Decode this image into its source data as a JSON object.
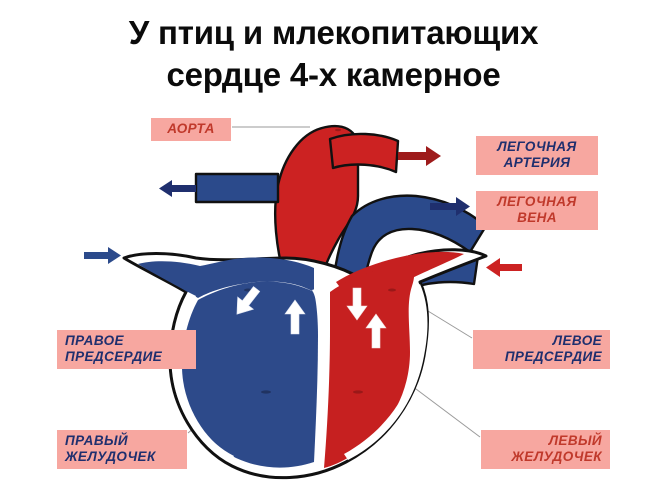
{
  "title": {
    "line1": "У птиц и млекопитающих",
    "line2": "сердце 4-х камерное"
  },
  "labels": {
    "aorta": {
      "text": "АОРТА",
      "color": "#c0392b"
    },
    "pulmonary_artery": {
      "text": "ЛЕГОЧНАЯ\nАРТЕРИЯ",
      "color": "#1f2f6e"
    },
    "pulmonary_vein": {
      "text": "ЛЕГОЧНАЯ\nВЕНА",
      "color": "#c0392b"
    },
    "right_atrium": {
      "text": "ПРАВОЕ\nПРЕДСЕРДИЕ",
      "color": "#1f2f6e"
    },
    "left_atrium": {
      "text": "ЛЕВОЕ\nПРЕДСЕРДИЕ",
      "color": "#1f2f6e"
    },
    "right_ventricle": {
      "text": "ПРАВЫЙ\nЖЕЛУДОЧЕК",
      "color": "#1f2f6e"
    },
    "left_ventricle": {
      "text": "ЛЕВЫЙ\nЖЕЛУДОЧЕК",
      "color": "#c0392b"
    }
  },
  "colors": {
    "chip_background": "#f7a7a0",
    "oxygenated_red": "#c62020",
    "deoxygenated_blue": "#2d4a8a",
    "aorta_red": "#cc2222",
    "vessel_navy": "#2b4a8b",
    "outline_black": "#111111",
    "flow_arrow_white": "#ffffff",
    "title_black": "#0b0b0b"
  },
  "diagram": {
    "name": "four-chambered-heart",
    "flow_arrows": [
      {
        "name": "vena-cava-inflow-arrow",
        "direction": "right",
        "color": "#2b4a8b"
      },
      {
        "name": "aorta-outflow-left-arrow",
        "direction": "left",
        "color": "#1f2f6e"
      },
      {
        "name": "pulmonary-artery-out-arrow",
        "direction": "right",
        "color": "#9e1b1b"
      },
      {
        "name": "pulmonary-vein-in-arrow",
        "direction": "right",
        "color": "#1f2f6e"
      },
      {
        "name": "left-atrium-inflow-arrow",
        "direction": "left",
        "color": "#cc2222"
      },
      {
        "name": "right-atrium-down-arrow",
        "direction": "down-right",
        "color": "#ffffff"
      },
      {
        "name": "right-ventricle-up-arrow",
        "direction": "up",
        "color": "#ffffff"
      },
      {
        "name": "left-atrium-down-arrow",
        "direction": "down",
        "color": "#ffffff"
      },
      {
        "name": "left-ventricle-up-arrow",
        "direction": "up",
        "color": "#ffffff"
      }
    ]
  }
}
